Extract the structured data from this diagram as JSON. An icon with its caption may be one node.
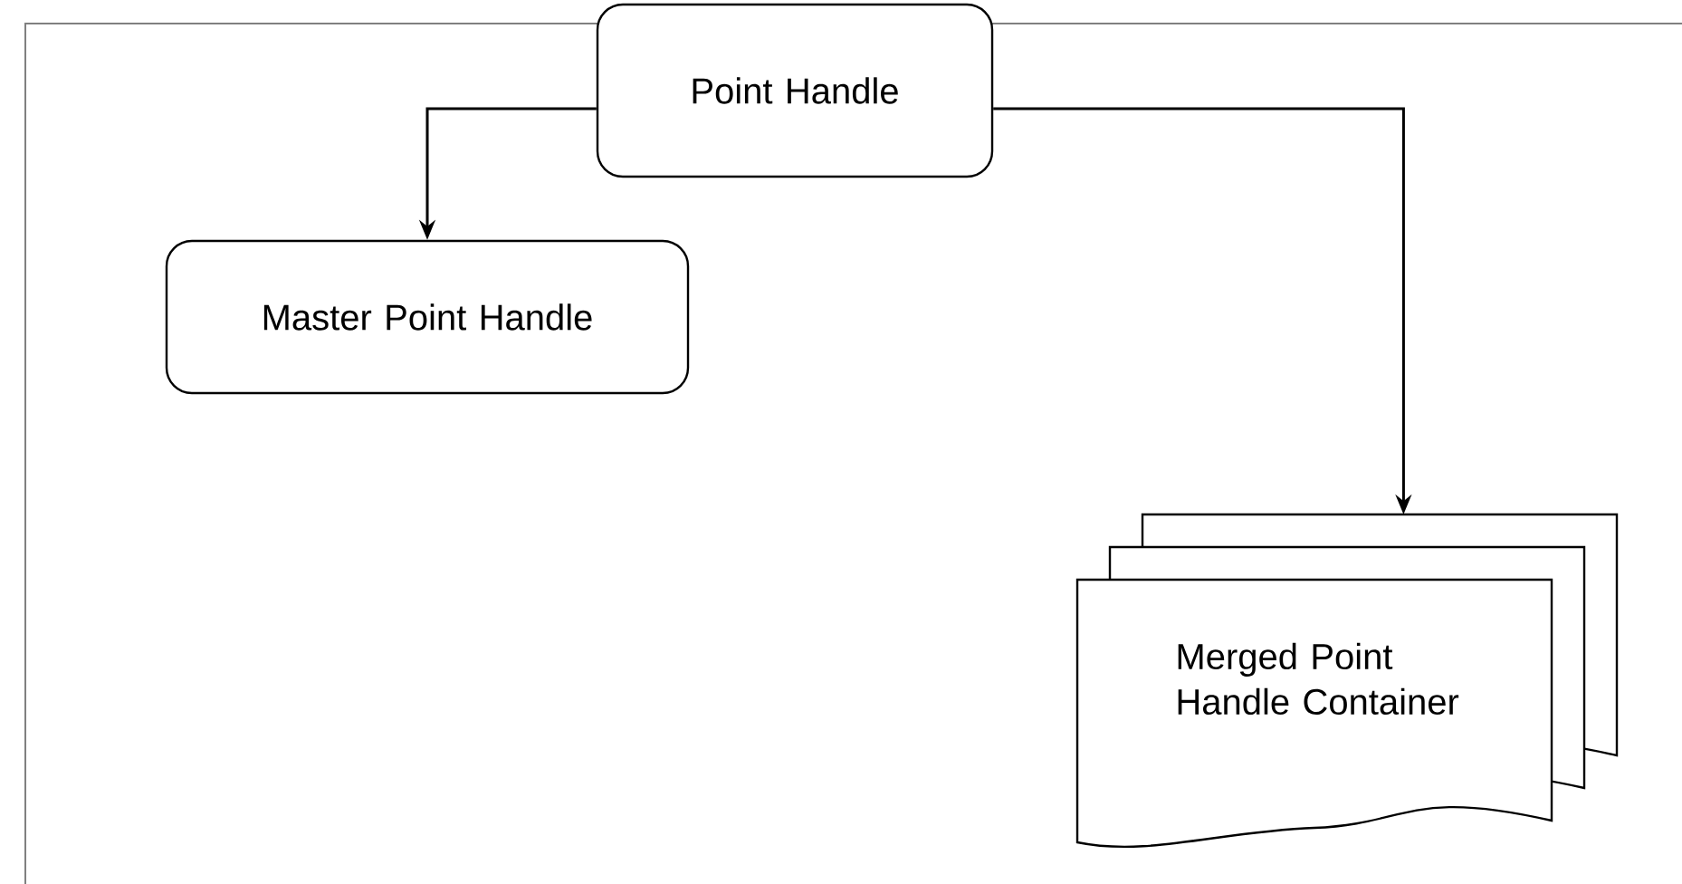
{
  "diagram": {
    "nodes": [
      {
        "text": [
          "Point Handle"
        ]
      },
      {
        "text": [
          "Master Point Handle"
        ]
      },
      {
        "text": [
          "Merged Point Handle Container"
        ]
      }
    ],
    "edges": [
      {
        "from": 0,
        "to": 1,
        "arrow": "to"
      },
      {
        "from": 0,
        "to": 2,
        "arrow": "to"
      }
    ]
  }
}
